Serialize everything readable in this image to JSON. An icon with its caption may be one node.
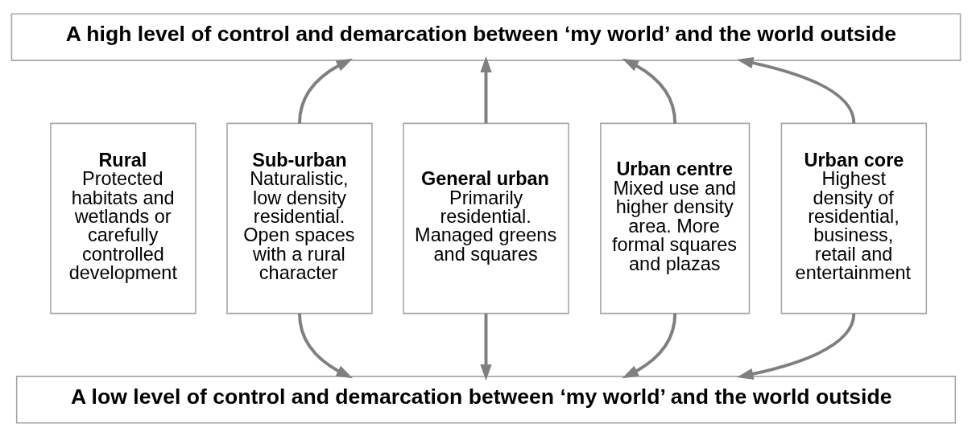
{
  "diagram": {
    "nodes": [
      {
        "text": [
          "A high level of control and demarcation between ‘my world’ and the world outside"
        ]
      },
      {
        "text": [
          "Rural",
          "Protected habitats and wetlands or carefully controlled development"
        ]
      },
      {
        "text": [
          "Sub-urban",
          "Naturalistic, low density residential. Open spaces with a rural character"
        ]
      },
      {
        "text": [
          "General urban",
          "Primarily residential. Managed greens and squares"
        ]
      },
      {
        "text": [
          "Urban centre",
          "Mixed use and higher density area. More formal squares and plazas"
        ]
      },
      {
        "text": [
          "Urban core",
          "Highest density of residential, business, retail and entertainment"
        ]
      },
      {
        "text": [
          "A low level of control and demarcation between ‘my world’ and the world outside"
        ]
      }
    ],
    "edges": [
      {
        "from": 2,
        "to": 0,
        "arrow": "to"
      },
      {
        "from": 3,
        "to": 0,
        "arrow": "to"
      },
      {
        "from": 4,
        "to": 0,
        "arrow": "to"
      },
      {
        "from": 5,
        "to": 0,
        "arrow": "to"
      },
      {
        "from": 2,
        "to": 6,
        "arrow": "to"
      },
      {
        "from": 3,
        "to": 6,
        "arrow": "to"
      },
      {
        "from": 4,
        "to": 6,
        "arrow": "to"
      },
      {
        "from": 5,
        "to": 6,
        "arrow": "to"
      }
    ]
  }
}
